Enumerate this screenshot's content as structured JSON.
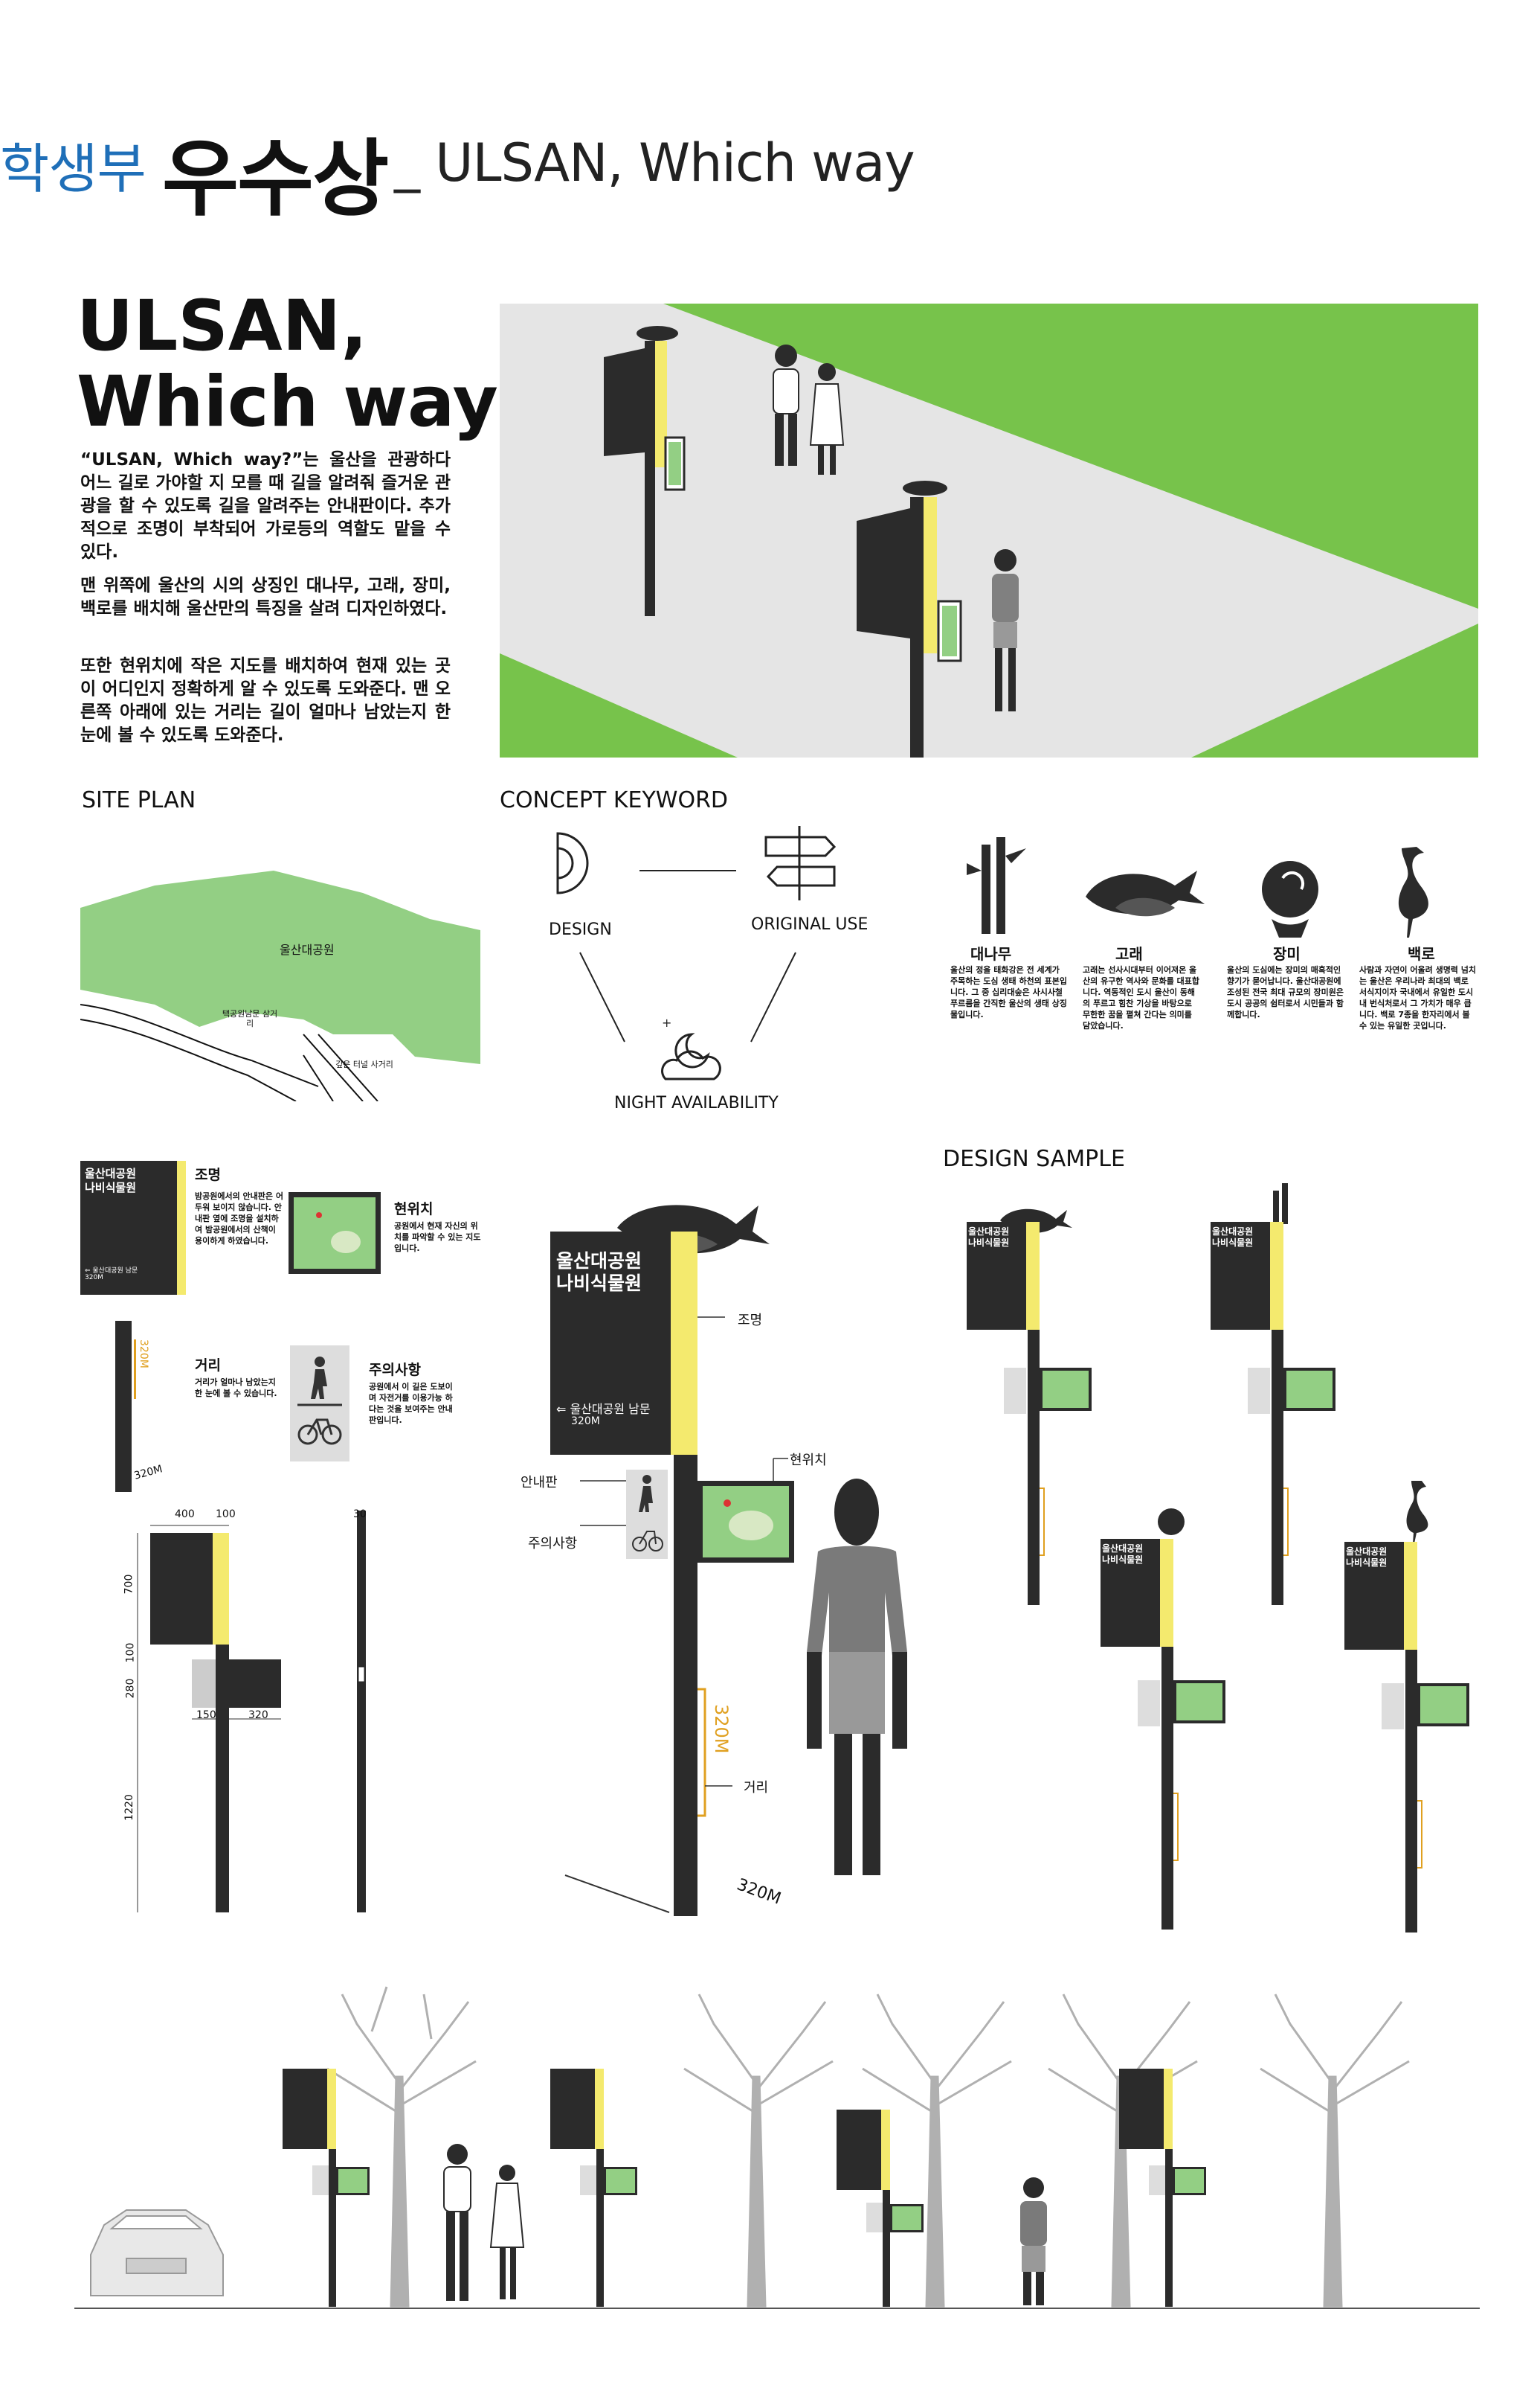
{
  "header": {
    "category": "학생부",
    "award": "우수상",
    "subtitle": "_ ULSAN, Which way"
  },
  "intro": {
    "title_line1": "ULSAN,",
    "title_line2": "Which way?",
    "para1": "“ULSAN, Which way?”는 울산을 관광하다 어느 길로 가야할 지 모를 때 길을 알려줘 즐거운 관광을 할 수 있도록 길을 알려주는 안내판이다. 추가적으로 조명이 부착되어 가로등의 역할도 맡을 수 있다.",
    "para2": "맨 위쪽에 울산의 시의 상징인 대나무, 고래, 장미, 백로를 배치해 울산만의 특징을 살려 디자인하였다.",
    "para3": "또한 현위치에 작은 지도를 배치하여 현재 있는 곳이 어디인지 정확하게 알 수 있도록 도와준다. 맨 오른쪽 아래에 있는 거리는 길이 얼마나 남았는지 한 눈에 볼 수 있도록 도와준다."
  },
  "site_plan": {
    "title": "SITE PLAN",
    "park_label": "울산대공원",
    "jct1": "택공원남문 삼거리",
    "jct2": "깊은 터널 사거리"
  },
  "concept": {
    "title": "CONCEPT KEYWORD",
    "design": "DESIGN",
    "original_use": "ORIGINAL USE",
    "night": "NIGHT AVAILABILITY"
  },
  "symbols": [
    {
      "name": "대나무",
      "desc": "울산의 정을 태화강은 전 세계가 주목하는 도심 생태 하천의 표본입니다. 그 중 십리대숲은 사시사철 푸르름을 간직한 울산의 생태 상징물입니다."
    },
    {
      "name": "고래",
      "desc": "고래는 선사시대부터 이어져온 울산의 유구한 역사와 문화를 대표합니다. 역동적인 도시 울산이 동해의 푸르고 힘찬 기상을 바탕으로 무한한 꿈을 펼쳐 간다는 의미를 담았습니다."
    },
    {
      "name": "장미",
      "desc": "울산의 도심에는 장미의 매혹적인 향기가 묻어납니다. 울산대공원에 조성된 전국 최대 규모의 장미원은 도시 공공의 쉼터로서 시민들과 함께합니다."
    },
    {
      "name": "백로",
      "desc": "사람과 자연이 어울려 생명력 넘치는 울산은 우리나라 최대의 백로 서식지이자 국내에서 유일한 도시 내 번식처로서 그 가치가 매우 큽니다. 백로 7종을 한자리에서 볼 수 있는 유일한 곳입니다."
    }
  ],
  "sign": {
    "name_line1": "울산대공원",
    "name_line2": "나비식물원",
    "dir": "⇐ 울산대공원 남문",
    "dist": "320M",
    "dist_vertical": "320M",
    "dist_base": "320M"
  },
  "parts": {
    "light_title": "조명",
    "light_desc": "밤공원에서의 안내판은 어두워 보이지 않습니다. 안내판 옆에 조명을 설치하여 밤공원에서의 산책이 용이하게 하였습니다.",
    "loc_title": "현위치",
    "loc_desc": "공원에서 현재 자신의 위치를 파악할 수 있는 지도입니다.",
    "dist_title": "거리",
    "dist_desc": "거리가 얼마나 남았는지 한 눈에 볼 수 있습니다.",
    "caution_title": "주의사항",
    "caution_desc": "공원에서 이 길은 도보이며 자전거를 이용가능 하다는 것을 보여주는 안내판입니다."
  },
  "dims": {
    "w400": "400",
    "w100": "100",
    "w30": "30",
    "h700": "700",
    "h100": "100",
    "h280": "280",
    "h1220": "1220",
    "w150": "150",
    "w320": "320"
  },
  "callouts": {
    "light": "조명",
    "location": "현위치",
    "board": "안내판",
    "caution": "주의사항",
    "distance": "거리"
  },
  "design_sample": {
    "title": "DESIGN SAMPLE"
  },
  "colors": {
    "accent_yellow": "#f4ea6e",
    "sign_dark": "#2b2b2b",
    "grass": "#77c34b",
    "map_green": "#93cf84",
    "blue_header": "#1f6fb8"
  }
}
